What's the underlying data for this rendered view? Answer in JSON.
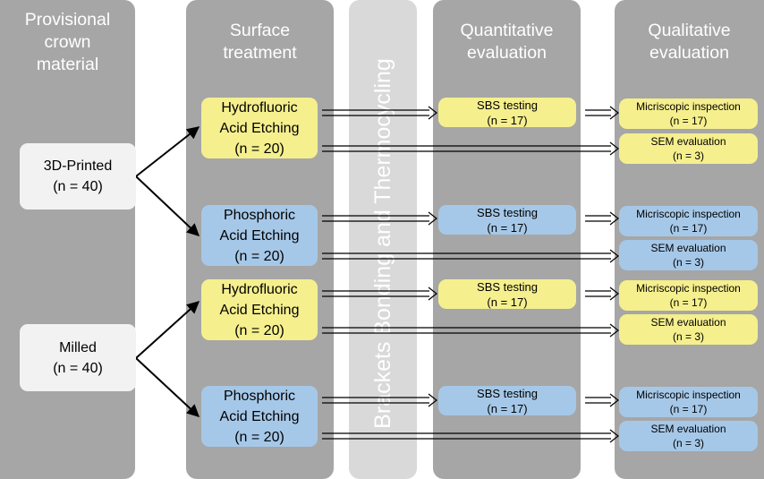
{
  "columns": {
    "material": [
      "Provisional",
      "crown",
      "material"
    ],
    "surface": [
      "Surface",
      "treatment"
    ],
    "quantitative": [
      "Quantitative",
      "evaluation"
    ],
    "qualitative": [
      "Qualitative",
      "evaluation"
    ]
  },
  "banner": "Brackets Bonding and Thermocycling",
  "materials": [
    {
      "name": "3D-Printed",
      "n": "(n = 40)"
    },
    {
      "name": "Milled",
      "n": "(n = 40)"
    }
  ],
  "treatments": [
    {
      "lines": [
        "Hydrofluoric",
        "Acid Etching"
      ],
      "n": "(n = 20)",
      "color": "#f5ef8e"
    },
    {
      "lines": [
        "Phosphoric",
        "Acid Etching"
      ],
      "n": "(n = 20)",
      "color": "#a6c8e8"
    },
    {
      "lines": [
        "Hydrofluoric",
        "Acid Etching"
      ],
      "n": "(n = 20)",
      "color": "#f5ef8e"
    },
    {
      "lines": [
        "Phosphoric",
        "Acid Etching"
      ],
      "n": "(n = 20)",
      "color": "#a6c8e8"
    }
  ],
  "sbs": {
    "label": "SBS testing",
    "n": "(n = 17)"
  },
  "micro": {
    "label": "Micriscopic inspection",
    "n": "(n = 17)"
  },
  "sem": {
    "label": "SEM evaluation",
    "n": "(n = 3)"
  },
  "colors": {
    "column": "#a6a6a6",
    "banner": "#d9d9d9",
    "material_box": "#f2f2f2",
    "yellow": "#f5ef8e",
    "blue": "#a6c8e8"
  }
}
